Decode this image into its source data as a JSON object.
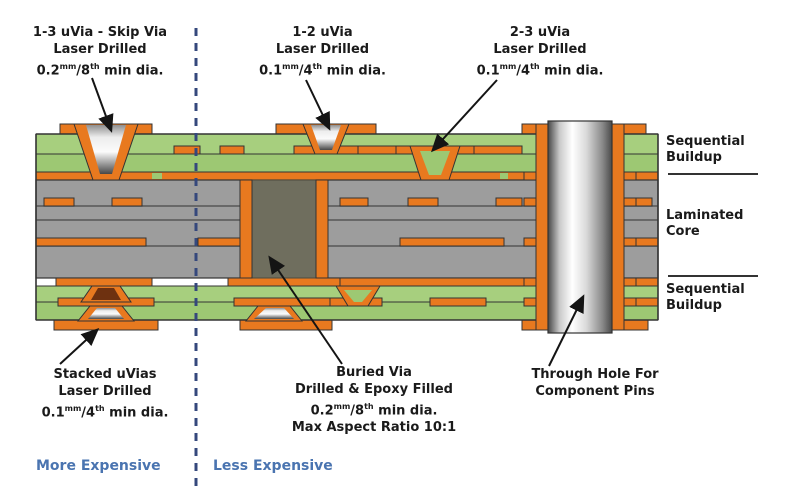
{
  "colors": {
    "background": "#ffffff",
    "copper": "#e8791f",
    "dielectric": "#a7cf7e",
    "dielectric2": "#9dc873",
    "core": "#9d9d9d",
    "core_line": "#565656",
    "epoxy": "#6f6e5e",
    "filled_brown": "#6e3110",
    "outline": "#333333",
    "divider_blue": "#35487c",
    "label_blue": "#4a74b0",
    "text": "#1a1a1a",
    "rule": "#333333"
  },
  "labels": {
    "skip_via": {
      "l1": "1-3 uVia - Skip Via",
      "l2": "Laser Drilled",
      "d": {
        "v": "0.2",
        "u": "mm",
        "s": "/8",
        "o": "th",
        "r": " min dia."
      }
    },
    "uvia12": {
      "l1": "1-2 uVia",
      "l2": "Laser Drilled",
      "d": {
        "v": "0.1",
        "u": "mm",
        "s": "/4",
        "o": "th",
        "r": " min dia."
      }
    },
    "uvia23": {
      "l1": "2-3 uVia",
      "l2": "Laser Drilled",
      "d": {
        "v": "0.1",
        "u": "mm",
        "s": "/4",
        "o": "th",
        "r": " min dia."
      }
    },
    "stacked": {
      "l1": "Stacked uVias",
      "l2": "Laser Drilled",
      "d": {
        "v": "0.1",
        "u": "mm",
        "s": "/4",
        "o": "th",
        "r": " min dia."
      }
    },
    "buried": {
      "l1": "Buried Via",
      "l2": "Drilled & Epoxy Filled",
      "d": {
        "v": "0.2",
        "u": "mm",
        "s": "/8",
        "o": "th",
        "r": " min dia."
      },
      "l4": "Max Aspect Ratio 10:1"
    },
    "through": {
      "l1": "Through Hole For",
      "l2": "Component Pins"
    },
    "layer_seq_top": {
      "l1": "Sequential",
      "l2": "Buildup"
    },
    "layer_core": {
      "l1": "Laminated",
      "l2": "Core"
    },
    "layer_seq_bottom": {
      "l1": "Sequential",
      "l2": "Buildup"
    },
    "cost_left": "More Expensive",
    "cost_right": "Less Expensive"
  }
}
